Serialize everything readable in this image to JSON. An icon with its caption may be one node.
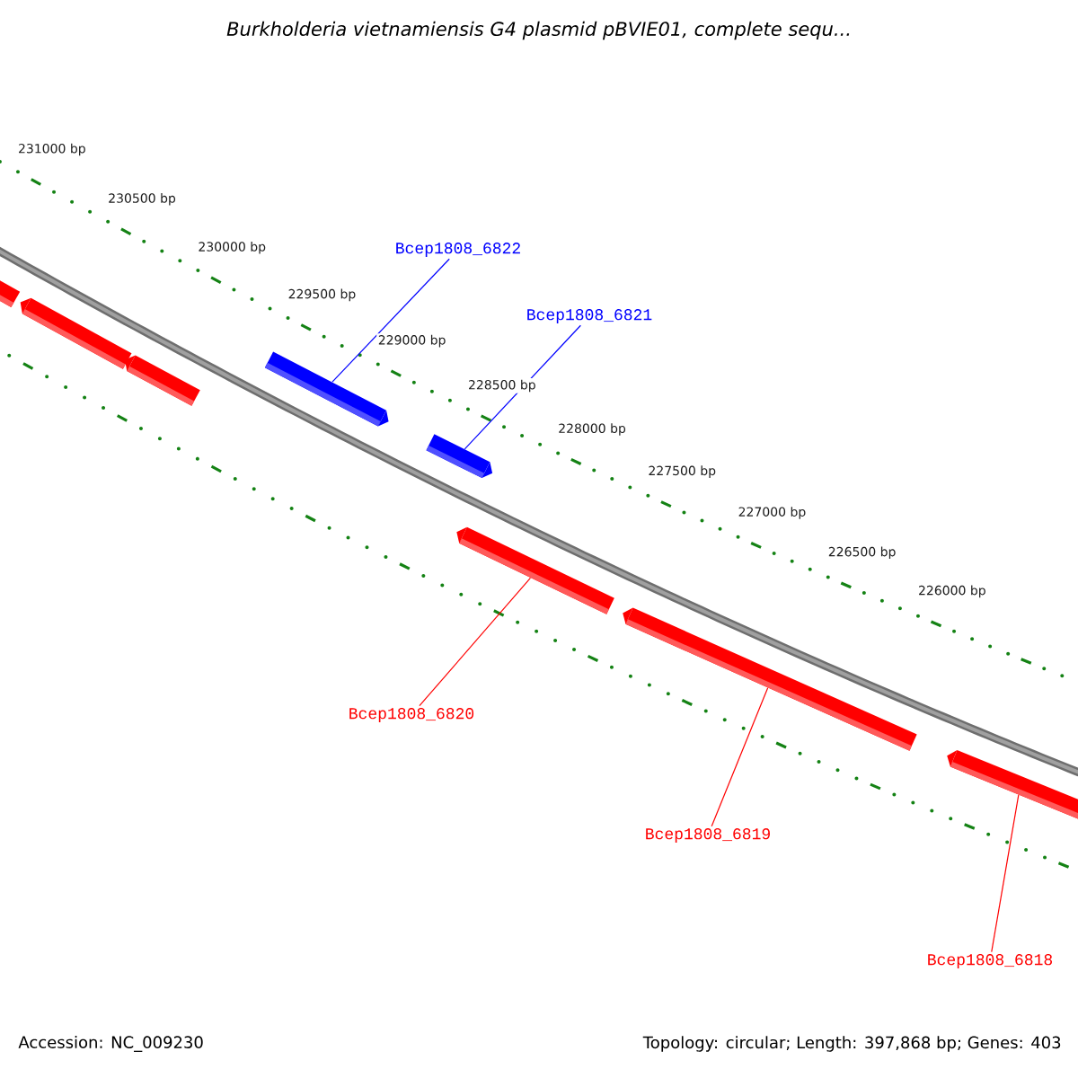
{
  "diagram": {
    "title": "Burkholderia vietnamiensis G4 plasmid pBVIE01, complete sequ...",
    "nodes": [
      {
        "text": [
          "Bcep1808_6822"
        ]
      },
      {
        "text": [
          "Bcep1808_6821"
        ]
      },
      {
        "text": [
          "Bcep1808_6820"
        ]
      },
      {
        "text": [
          "Bcep1808_6819"
        ]
      },
      {
        "text": [
          "Bcep1808_6818"
        ]
      },
      {
        "text": [],
        "shape": "bar"
      },
      {
        "text": [],
        "shape": "bar"
      },
      {
        "text": [],
        "shape": "bar"
      },
      {
        "text": [],
        "shape": "bar"
      },
      {
        "text": [],
        "shape": "bar"
      },
      {
        "text": [],
        "shape": "bar"
      },
      {
        "text": [],
        "shape": "bar"
      },
      {
        "text": [],
        "shape": "bar"
      }
    ],
    "edges": [
      {
        "from": 0,
        "to": 8,
        "arrow": "none",
        "color": "#0000ff"
      },
      {
        "from": 1,
        "to": 9,
        "arrow": "none",
        "color": "#0000ff"
      },
      {
        "from": 2,
        "to": 10,
        "arrow": "none"
      },
      {
        "from": 3,
        "to": 11,
        "arrow": "none"
      },
      {
        "from": 4,
        "to": 12,
        "arrow": "none"
      }
    ],
    "labels": [
      "231000 bp",
      "230500 bp",
      "230000 bp",
      "229500 bp",
      "229000 bp",
      "228500 bp",
      "228000 bp",
      "227500 bp",
      "227000 bp",
      "226500 bp",
      "226000 bp",
      "Accession: NC_009230",
      "Topology: circular; Length: 397,868 bp; Genes: 403"
    ]
  }
}
